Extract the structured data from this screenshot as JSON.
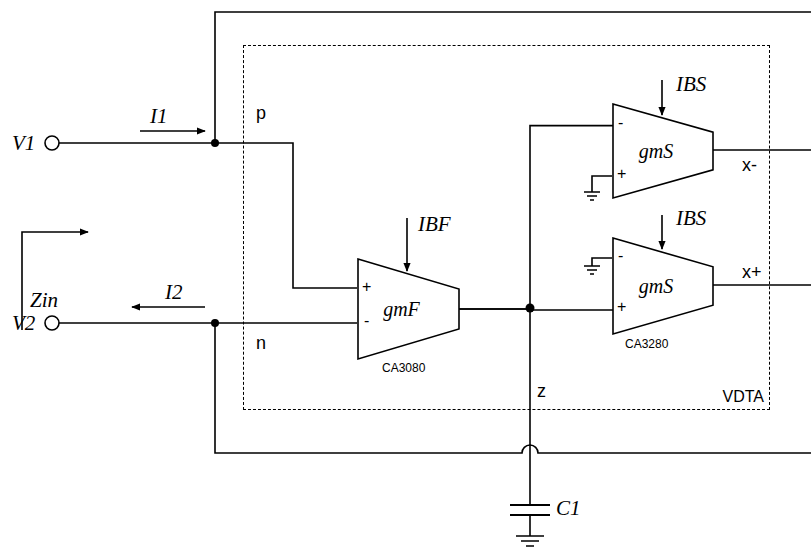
{
  "diagram": {
    "nodes": [
      {
        "text": [
          "VDTA"
        ]
      },
      {
        "text": [
          "gmS"
        ],
        "in": 0
      },
      {
        "text": [
          "gmS"
        ],
        "in": 0
      },
      {
        "text": [
          "gmF"
        ],
        "in": 0
      }
    ],
    "edges": [
      {
        "from": 3,
        "to": 1,
        "arrow": "none"
      },
      {
        "from": 3,
        "to": 2,
        "arrow": "none"
      }
    ],
    "labels": [
      "V1",
      "I1",
      "p",
      "IBF",
      "IBS",
      "IBS",
      "x-",
      "x+",
      "-",
      "+",
      "-",
      "+",
      "+",
      "-",
      "V2",
      "I2",
      "n",
      "Zin",
      "CA3080",
      "CA3280",
      "z",
      "C1"
    ]
  }
}
